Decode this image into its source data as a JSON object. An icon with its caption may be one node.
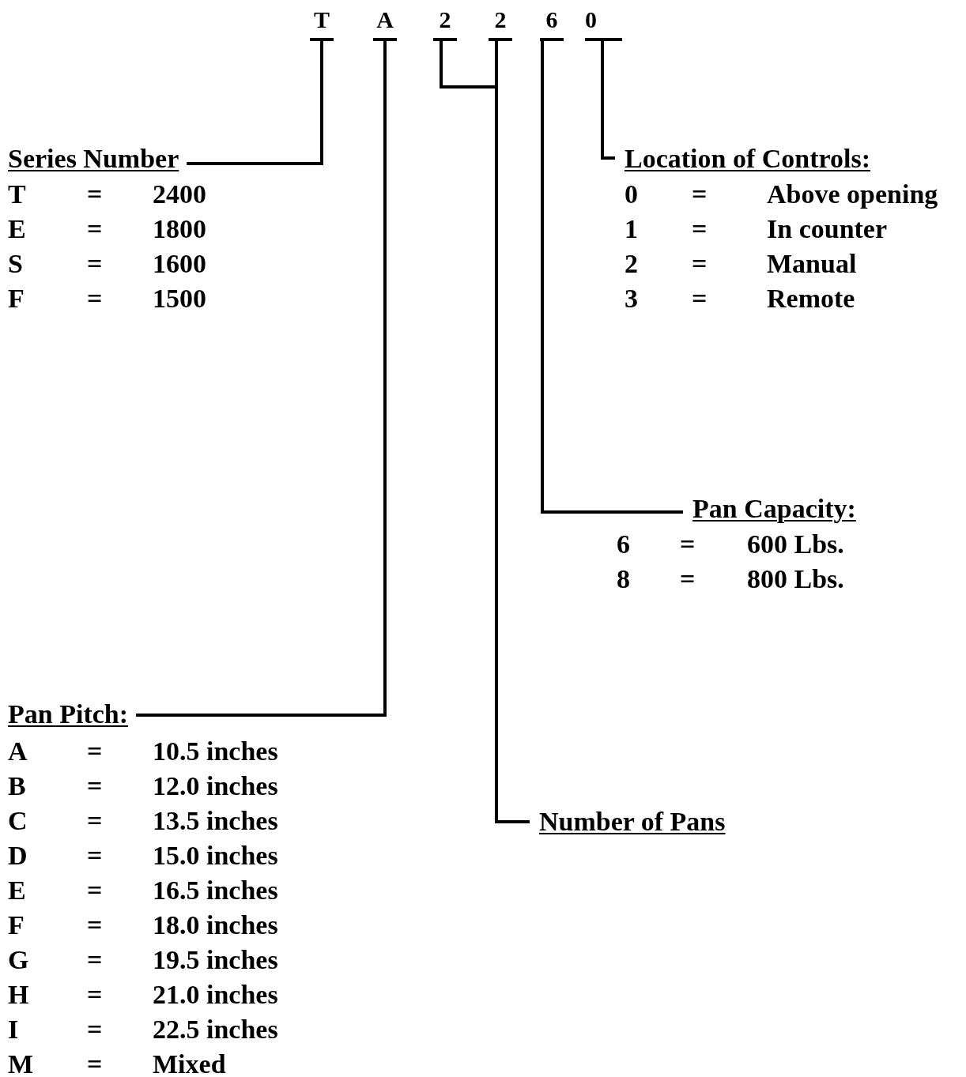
{
  "diagram": {
    "nodes": [
      {
        "text": [
          "T"
        ]
      },
      {
        "text": [
          "A"
        ]
      },
      {
        "text": [
          "2"
        ]
      },
      {
        "text": [
          "2"
        ]
      },
      {
        "text": [
          "6"
        ]
      },
      {
        "text": [
          "0"
        ]
      },
      {
        "text": [
          "Series Number"
        ]
      },
      {
        "text": [
          "Location of Controls:"
        ]
      },
      {
        "text": [
          "Pan Capacity:"
        ]
      },
      {
        "text": [
          "Pan Pitch:"
        ]
      },
      {
        "text": [
          "Number of Pans"
        ]
      }
    ],
    "edges": [
      {
        "from": 0,
        "to": 6,
        "arrow": "none"
      },
      {
        "from": 1,
        "to": 9,
        "arrow": "none"
      },
      {
        "from": 2,
        "to": 10,
        "arrow": "none"
      },
      {
        "from": 3,
        "to": 10,
        "arrow": "none"
      },
      {
        "from": 4,
        "to": 8,
        "arrow": "none"
      },
      {
        "from": 5,
        "to": 7,
        "arrow": "none"
      }
    ],
    "labels": [
      "T",
      "=",
      "2400",
      "E",
      "=",
      "1800",
      "S",
      "=",
      "1600",
      "F",
      "=",
      "1500",
      "0",
      "=",
      "Above opening",
      "1",
      "=",
      "In counter",
      "2",
      "=",
      "Manual",
      "3",
      "=",
      "Remote",
      "6",
      "=",
      "600 Lbs.",
      "8",
      "=",
      "800 Lbs.",
      "A",
      "=",
      "10.5 inches",
      "B",
      "=",
      "12.0 inches",
      "C",
      "=",
      "13.5 inches",
      "D",
      "=",
      "15.0 inches",
      "E",
      "=",
      "16.5 inches",
      "F",
      "=",
      "18.0 inches",
      "G",
      "=",
      "19.5 inches",
      "H",
      "=",
      "21.0 inches",
      "I",
      "=",
      "22.5 inches",
      "M",
      "=",
      "Mixed"
    ]
  }
}
